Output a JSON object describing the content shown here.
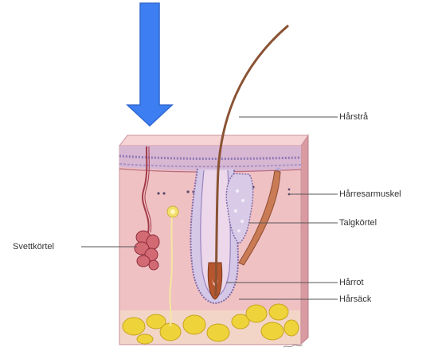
{
  "labels": {
    "harstra": "Hårstrå",
    "harresarmuskel": "Hårresarmuskel",
    "talgkortel": "Talgkörtel",
    "svettkortel": "Svettkörtel",
    "harrot": "Hårrot",
    "harsack": "Hårsäck"
  },
  "icons": {
    "arrow": "down-arrow-icon"
  },
  "colors": {
    "arrow": "#3d7ff2",
    "arrow_stroke": "#2f67cf",
    "skin": "#efc1c4",
    "skin_side": "#d99ba1",
    "epidermis": "#b7a7cf",
    "dermis": "#f1c4c5",
    "hair": "#8a5233",
    "gland": "#c9525e",
    "fat": "#efd33b",
    "nerve": "#f4e7a0"
  }
}
